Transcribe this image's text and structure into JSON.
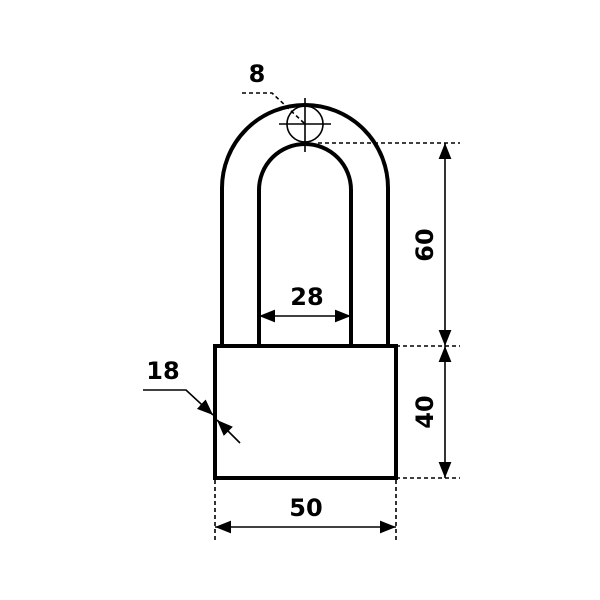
{
  "title": "Padlock dimensions",
  "dimensions": {
    "shackle_diameter": "8",
    "shackle_height": "60",
    "shackle_inner_width": "28",
    "body_thickness": "18",
    "body_height": "40",
    "body_width": "50"
  },
  "colors": {
    "line": "#000000",
    "background": "#ffffff"
  }
}
